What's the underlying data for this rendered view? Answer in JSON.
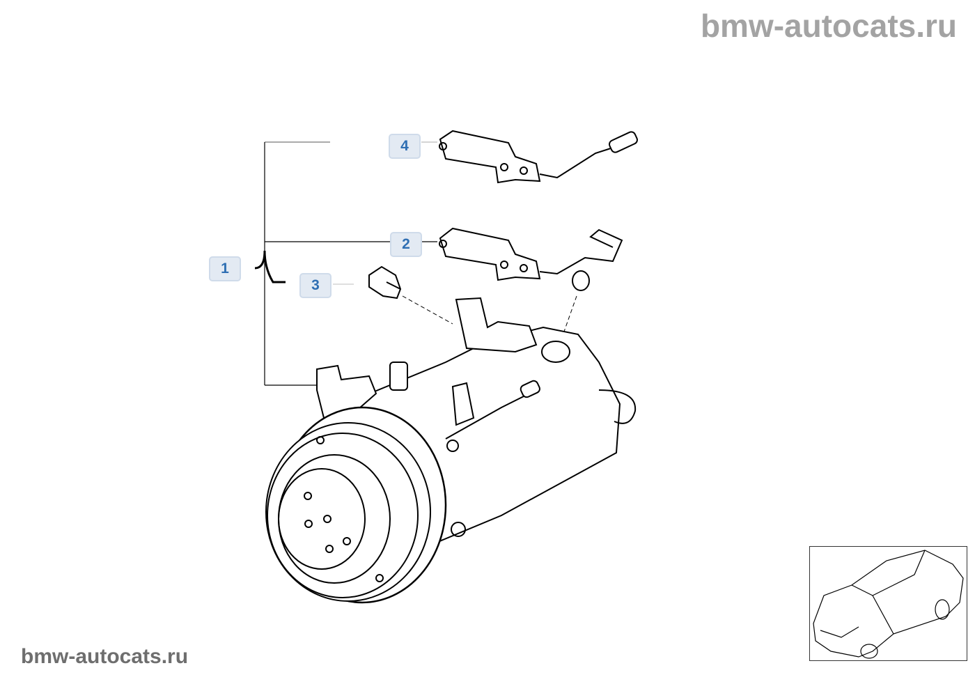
{
  "watermark_top": "bmw-autocats.ru",
  "watermark_bottom": "bmw-autocats.ru",
  "callouts": [
    {
      "label": "1",
      "part": "compressor-assembly"
    },
    {
      "label": "2",
      "part": "temperature-sensor-with-bracket"
    },
    {
      "label": "3",
      "part": "plug"
    },
    {
      "label": "4",
      "part": "temperature-sensor"
    }
  ]
}
